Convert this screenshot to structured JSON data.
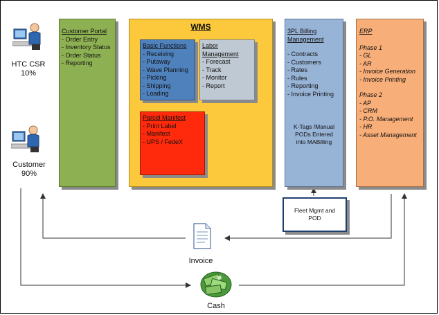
{
  "actors": {
    "csr": {
      "name": "HTC CSR",
      "share": "10%"
    },
    "customer": {
      "name": "Customer",
      "share": "90%"
    }
  },
  "customer_portal": {
    "title": "Customer Portal",
    "items": [
      "Order Entry",
      "Inventory Status",
      "Order Status",
      "Reporting"
    ]
  },
  "wms": {
    "title": "WMS",
    "basic": {
      "title": "Basic Functions",
      "items": [
        "Receiving",
        "Putaway",
        "Wave Planning",
        "Picking",
        "Shipping",
        "Loading"
      ]
    },
    "labor": {
      "title_line1": "Labor",
      "title_line2": "Management",
      "items": [
        "Forecast",
        "Track",
        "Monitor",
        "Report"
      ]
    },
    "parcel": {
      "title": "Parcel Manifest",
      "items": [
        "Print Label",
        "Manifest",
        "UPS / FedeX"
      ]
    }
  },
  "billing": {
    "title_line1": "3PL Billing",
    "title_line2": "Management",
    "items": [
      "Contracts",
      "Customers",
      "Rates",
      "Rules",
      "Reporting",
      "Invoice Printing"
    ],
    "note_line1": "K-Tags /Manual",
    "note_line2": "PODs Entered",
    "note_line3": "into MABilling"
  },
  "erp": {
    "title": "ERP",
    "phase1": {
      "title": "Phase 1",
      "items": [
        "GL",
        "AR",
        "Invoice Generation",
        "Invoice Printing"
      ]
    },
    "phase2": {
      "title": "Phase 2",
      "items": [
        "AP",
        "CRM",
        "P.O. Management",
        "HR",
        "Asset Management"
      ]
    }
  },
  "fleet": {
    "line1": "Fleet Mgmt and",
    "line2": "POD"
  },
  "flow": {
    "invoice": "Invoice",
    "cash": "Cash"
  },
  "colors": {
    "portal": "#8db052",
    "wms": "#fcc93c",
    "basic": "#4f81bd",
    "labor": "#bfc9d3",
    "parcel": "#ff2a0b",
    "billing": "#97b3d6",
    "erp": "#f8ae78"
  }
}
